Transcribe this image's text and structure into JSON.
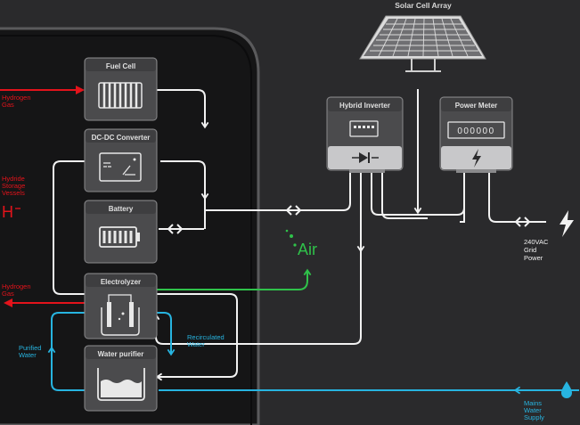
{
  "colors": {
    "background": "#2a2a2c",
    "cabinet": "#151516",
    "box": "#4b4b4d",
    "box_border": "#8a8a8c",
    "wire": "#f2f2f2",
    "hydrogen": "#e3131b",
    "water": "#27b4e0",
    "air": "#2fc24a"
  },
  "solar": {
    "label": "Solar Cell Array",
    "icon": "solar-panel-icon"
  },
  "fuel_cell": {
    "label": "Fuel Cell",
    "icon": "fuel-cell-stack-icon"
  },
  "dcdc": {
    "label": "DC-DC Converter",
    "icon": "converter-icon"
  },
  "battery": {
    "label": "Battery",
    "icon": "battery-icon"
  },
  "electrolyzer": {
    "label": "Electrolyzer",
    "icon": "electrolyzer-icon"
  },
  "purifier": {
    "label": "Water purifier",
    "icon": "water-tank-icon"
  },
  "inverter": {
    "label": "Hybrid Inverter",
    "icon": "diode-icon"
  },
  "meter": {
    "label": "Power Meter",
    "digits": "000000",
    "icon": "lightning-icon"
  },
  "labels": {
    "hydrogen_in": [
      "Hydrogen",
      "Gas"
    ],
    "hydride": [
      "Hydride",
      "Storage",
      "Vessels"
    ],
    "hydride_symbol": "H",
    "hydrogen_out": [
      "Hydrogen",
      "Gas"
    ],
    "purified": [
      "Purified",
      "Water"
    ],
    "recirculated": [
      "Recirculated",
      "Water"
    ],
    "air": "Air",
    "grid": [
      "240VAC",
      "Grid",
      "Power"
    ],
    "mains": [
      "Mains",
      "Water",
      "Supply"
    ]
  }
}
